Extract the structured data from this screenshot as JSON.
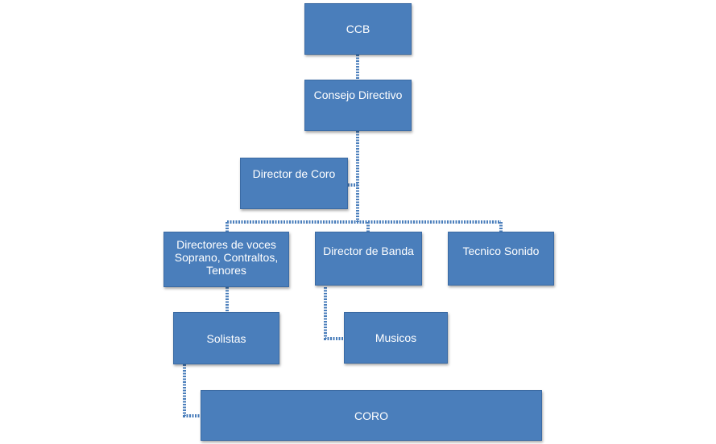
{
  "chart": {
    "nodes": {
      "ccb": "CCB",
      "consejo": "Consejo Directivo",
      "director_coro": "Director de Coro",
      "directores_voces": "Directores de voces Soprano, Contraltos, Tenores",
      "director_banda": "Director de Banda",
      "tecnico_sonido": "Tecnico Sonido",
      "solistas": "Solistas",
      "musicos": "Musicos",
      "coro": "CORO"
    },
    "colors": {
      "box_fill": "#4a7ebb",
      "box_text": "#ffffff",
      "connector": "#4a7ebb"
    }
  }
}
